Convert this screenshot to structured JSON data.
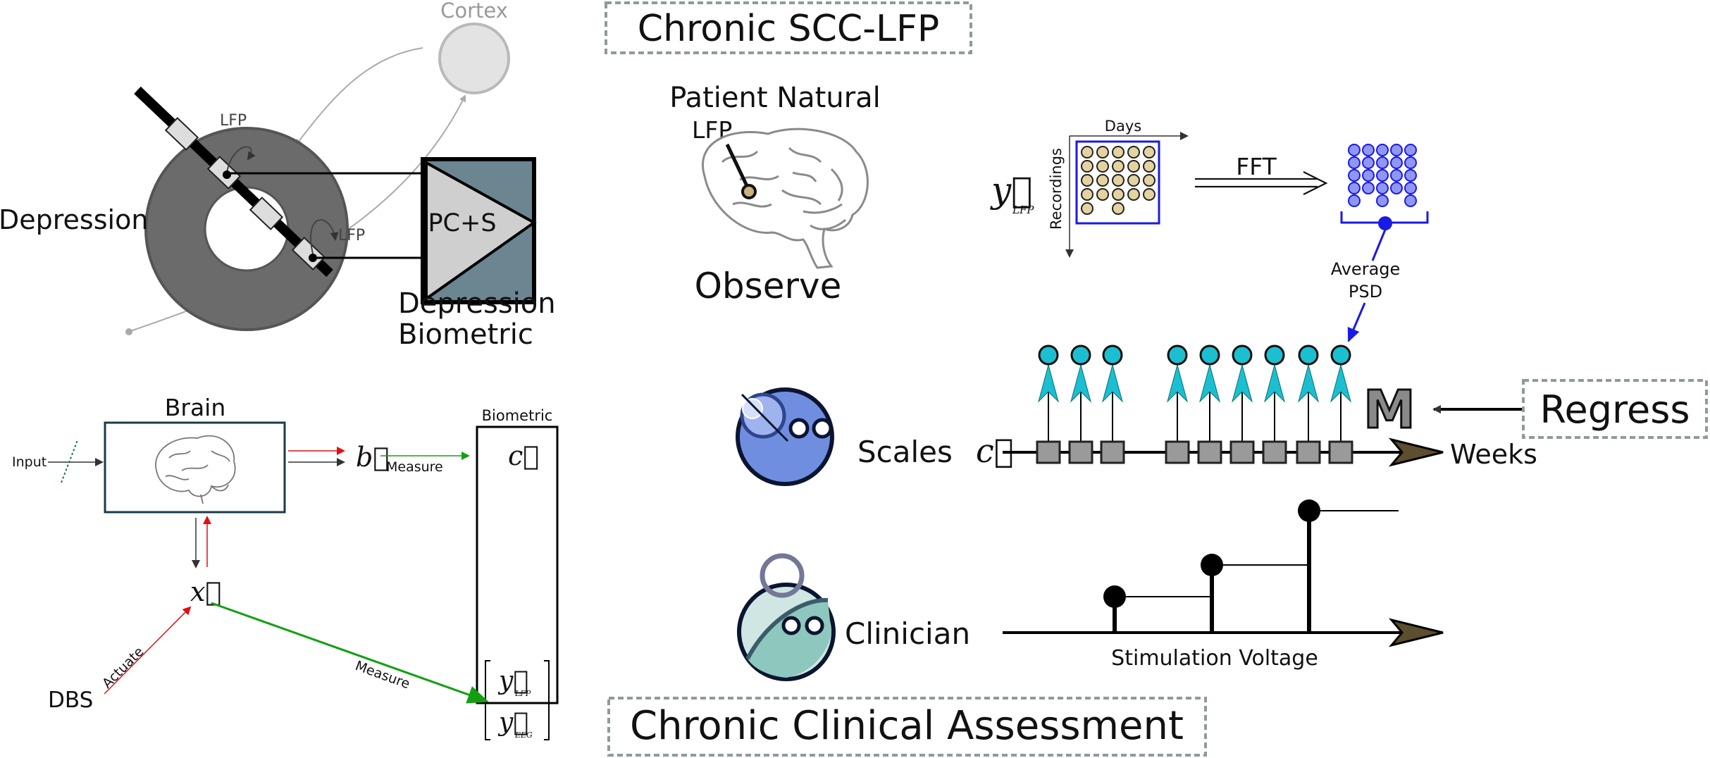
{
  "diagram": {
    "cortex_label": "Cortex",
    "lfp_label_top": "LFP",
    "lfp_label_bottom": "LFP",
    "depression_label": "Depression",
    "pcs_label": "PC+S",
    "biometric_title_line1": "Depression",
    "biometric_title_line2": "Biometric",
    "brain_label": "Brain",
    "input_label": "Input",
    "b_vector": "b⃗",
    "measure_label_1": "Measure",
    "biometric_label": "Biometric",
    "c_vector": "c⃗",
    "x_vector": "x⃗",
    "actuate_label": "Actuate",
    "measure_label_2": "Measure",
    "dbs_label": "DBS",
    "y_lfp": "y⃗",
    "y_lfp_sub": "LFP",
    "y_eeg": "y⃗",
    "y_eeg_sub": "EEG",
    "chronic_scc_lfp": "Chronic SCC-LFP",
    "patient_natural": "Patient Natural",
    "lfp_patient": "LFP",
    "observe": "Observe",
    "y_lfp_main": "y⃗",
    "y_lfp_main_sub": "LFP",
    "days_label": "Days",
    "recordings_label": "Recordings",
    "fft_label": "FFT",
    "average_label": "Average",
    "psd_label": "PSD",
    "scales_label": "Scales",
    "c_vec_main": "c⃗",
    "weeks_label": "Weeks",
    "m_label": "M",
    "regress_label": "Regress",
    "clinician_label": "Clinician",
    "stim_voltage_label": "Stimulation Voltage",
    "chronic_clinical": "Chronic Clinical Assessment"
  },
  "colors": {
    "ring": "#6b6b6b",
    "pcs_fill": "#6b8591",
    "triangle_fill": "#cfcfcf",
    "cyan": "#1cbfcf",
    "dot_fill": "#e3d3a1",
    "blue": "#1a1ae6",
    "blue_dot": "#8f97f2",
    "square_fill": "#9a9a9a",
    "arrow_head": "#5c4e2e",
    "green": "#12a012",
    "red": "#e01010",
    "scale_face": "#6f8ee0",
    "clinician_face": "#cfe6e3"
  }
}
